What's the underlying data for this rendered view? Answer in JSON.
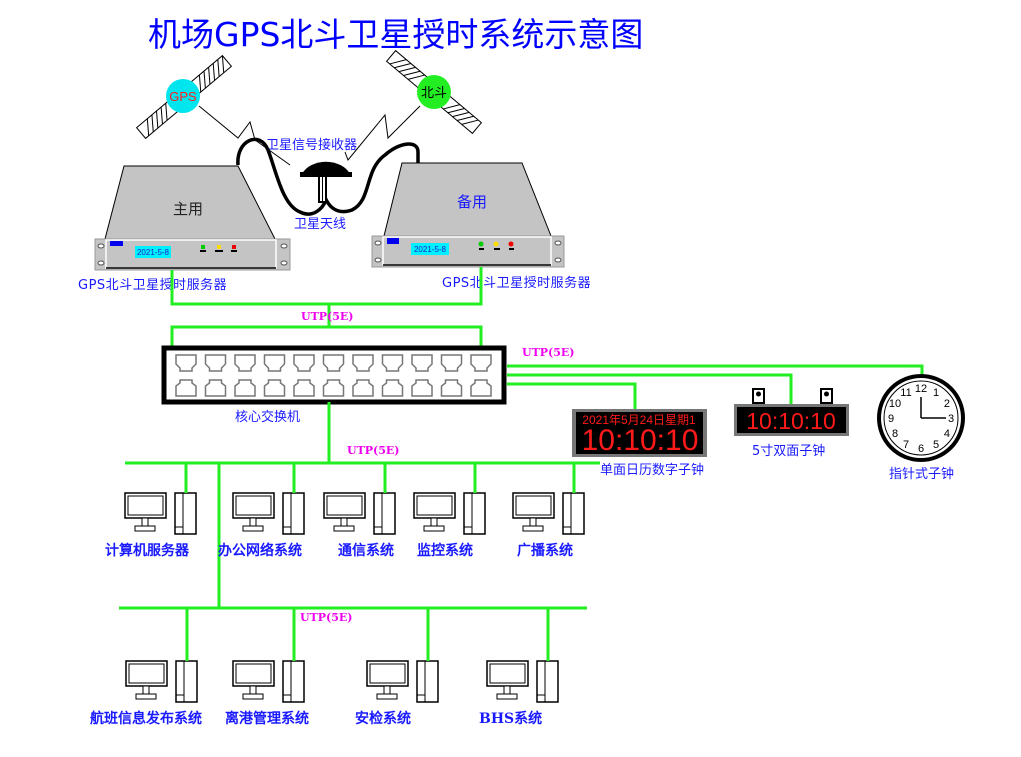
{
  "title": "机场GPS北斗卫星授时系统示意图",
  "satellites": {
    "gps": {
      "label": "GPS",
      "color": "#00e5ee",
      "text_color": "#ff2020"
    },
    "beidou": {
      "label": "北斗",
      "color": "#22ee22",
      "text_color": "#000000"
    }
  },
  "receiver": {
    "label": "卫星信号接收器",
    "antenna_label": "卫星天线"
  },
  "servers": {
    "primary": {
      "top_label": "主用",
      "display_date": "2021-5-8",
      "caption": "GPS北斗卫星授时服务器",
      "leds": [
        "#00cc00",
        "#ffdd00",
        "#ee0000"
      ]
    },
    "backup": {
      "top_label": "备用",
      "display_date": "2021-5-8",
      "caption": "GPS北斗卫星授时服务器",
      "leds": [
        "#00cc00",
        "#ffdd00",
        "#ee0000"
      ]
    }
  },
  "switch": {
    "label": "核心交换机",
    "ports": 11
  },
  "cable_label": "UTP(5E)",
  "clocks": {
    "calendar": {
      "date": "2021年5月24日星期1",
      "time": "10:10:10",
      "caption": "单面日历数字子钟"
    },
    "double_sided": {
      "time": "10:10:10",
      "caption": "5寸双面子钟"
    },
    "analog": {
      "caption": "指针式子钟",
      "numerals": [
        "12",
        "1",
        "2",
        "3",
        "4",
        "5",
        "6",
        "7",
        "8",
        "9",
        "10",
        "11"
      ]
    }
  },
  "row1_systems": [
    "计算机服务器",
    "办公网络系统",
    "通信系统",
    "监控系统",
    "广播系统"
  ],
  "row2_systems": [
    "航班信息发布系统",
    "离港管理系统",
    "安检系统",
    "BHS系统"
  ],
  "colors": {
    "network": "#22ee22",
    "utp_label": "#ee00ee",
    "label": "#1a1aff"
  }
}
